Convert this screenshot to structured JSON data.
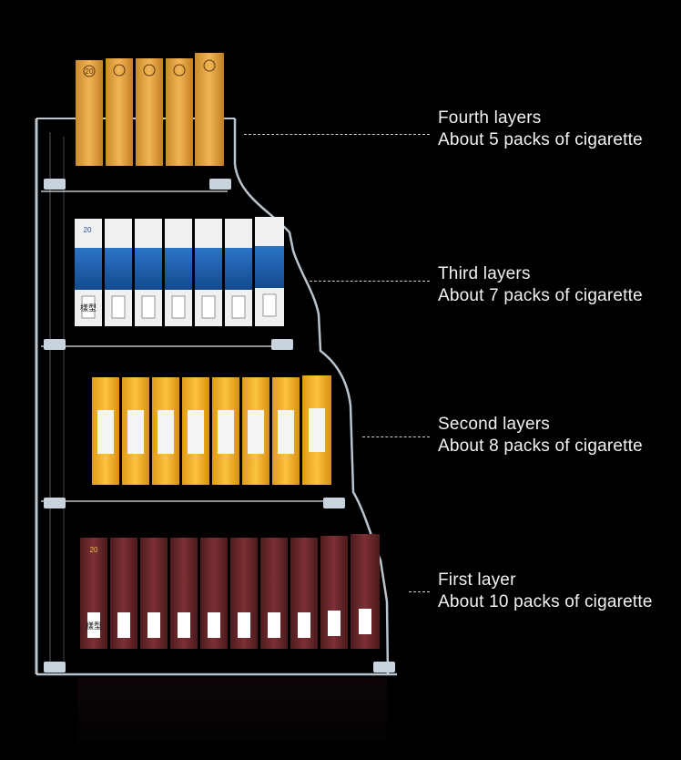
{
  "layers": [
    {
      "title": "Fourth layers",
      "capacity": "About 5 packs of cigarette"
    },
    {
      "title": "Third layers",
      "capacity": "About 7 packs of cigarette"
    },
    {
      "title": "Second layers",
      "capacity": "About 8 packs of cigarette"
    },
    {
      "title": "First layer",
      "capacity": "About 10 packs of cigarette"
    }
  ],
  "pack_labels": {
    "count_badge": "20",
    "front_mark": "樣型"
  },
  "colors": {
    "background": "#000000",
    "acrylic": "#d8e4ee",
    "orange_pack": "#e3a03c",
    "blue_pack": "#1f63b6",
    "yellow_pack": "#f0b429",
    "maroon_pack": "#6e2a2c"
  }
}
